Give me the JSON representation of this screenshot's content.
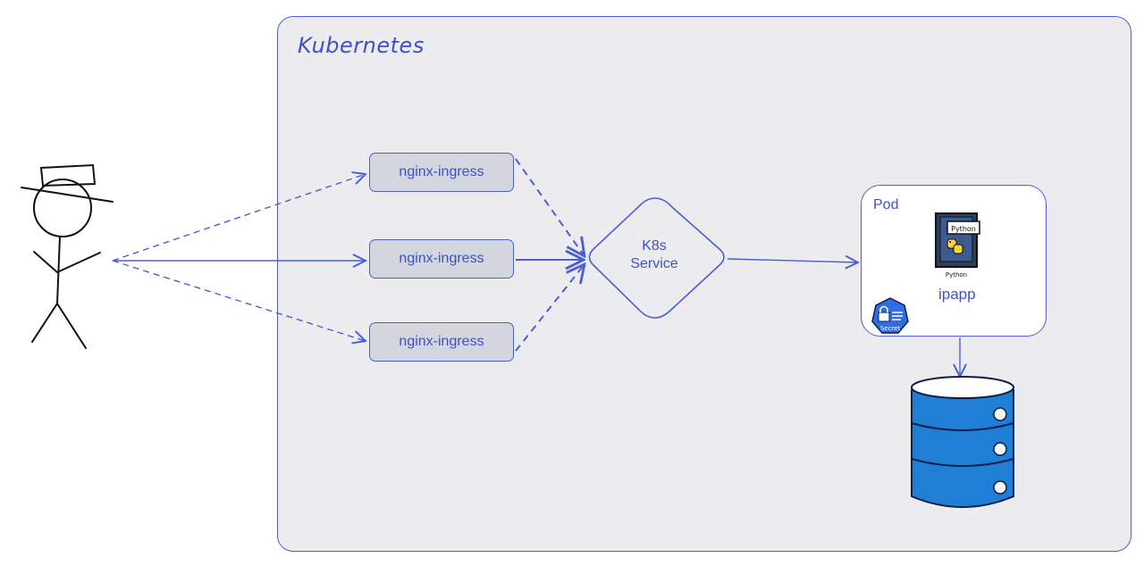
{
  "cluster": {
    "title": "Kubernetes"
  },
  "ingress": [
    {
      "label": "nginx-ingress"
    },
    {
      "label": "nginx-ingress"
    },
    {
      "label": "nginx-ingress"
    }
  ],
  "service": {
    "line1": "K8s",
    "line2": "Service"
  },
  "pod": {
    "label": "Pod",
    "app_name": "ipapp",
    "runtime_tab": "Python",
    "runtime_caption": "Python",
    "secret_badge": "Secret"
  },
  "colors": {
    "accent": "#4a5ed6",
    "cluster_bg": "#ececee",
    "ingress_bg": "#d3d6df",
    "db_blue": "#1f7fd4"
  }
}
